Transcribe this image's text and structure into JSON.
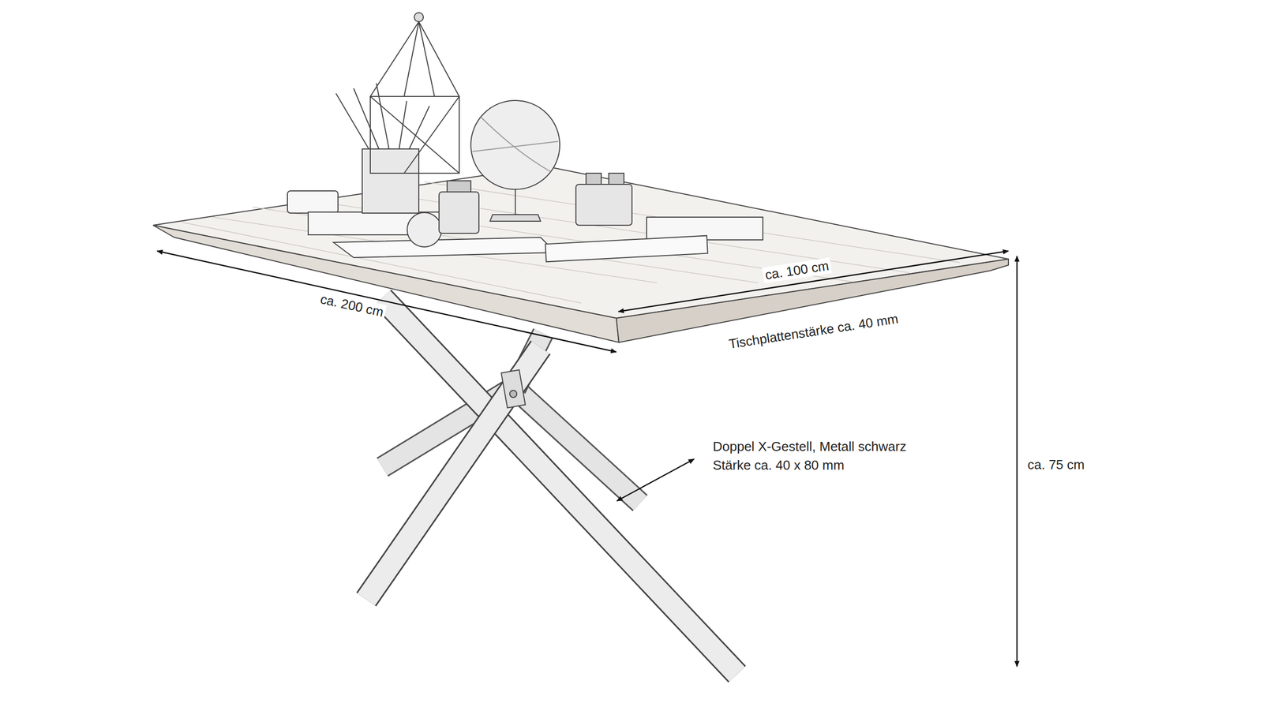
{
  "diagram": {
    "labels": [
      "ca. 100 cm",
      "ca. 200 cm",
      "Tischplattenstärke ca. 40 mm",
      "Doppel X-Gestell, Metall schwarz",
      "Stärke ca. 40 x 80 mm",
      "ca. 75 cm"
    ]
  }
}
